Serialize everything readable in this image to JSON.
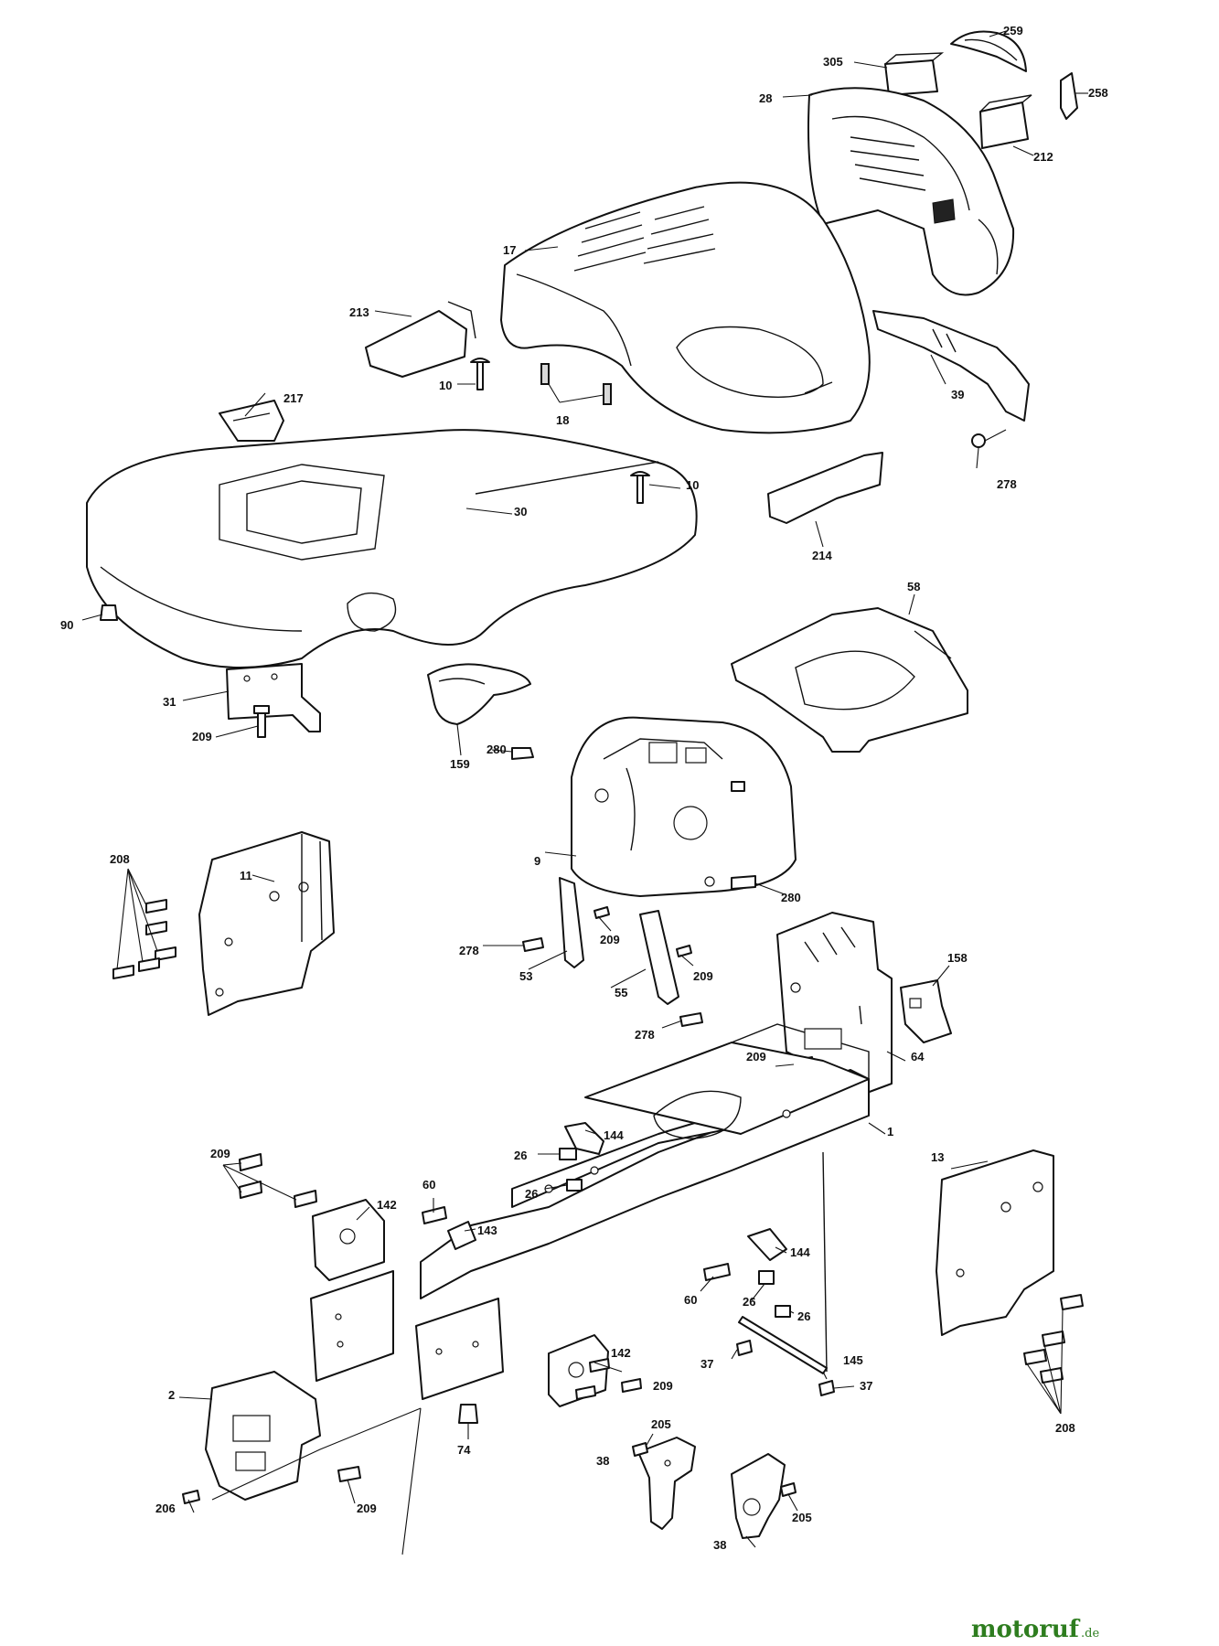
{
  "diagram": {
    "labels": {
      "l259": "259",
      "l305": "305",
      "l28": "28",
      "l258": "258",
      "l212": "212",
      "l17": "17",
      "l213": "213",
      "l10a": "10",
      "l18": "18",
      "l217": "217",
      "l39": "39",
      "l278a": "278",
      "l10b": "10",
      "l30": "30",
      "l214": "214",
      "l90": "90",
      "l58": "58",
      "l31": "31",
      "l209a": "209",
      "l159": "159",
      "l280a": "280",
      "l9": "9",
      "l280b": "280",
      "l11": "11",
      "l208a": "208",
      "l209b": "209",
      "l278b": "278",
      "l53": "53",
      "l209c": "209",
      "l55": "55",
      "l158": "158",
      "l278c": "278",
      "l209d": "209",
      "l64": "64",
      "l1": "1",
      "l144a": "144",
      "l26a": "26",
      "l26b": "26",
      "l209e": "209",
      "l60a": "60",
      "l142a": "142",
      "l143": "143",
      "l13": "13",
      "l144b": "144",
      "l60b": "60",
      "l26c": "26",
      "l26d": "26",
      "l142b": "142",
      "l37a": "37",
      "l145": "145",
      "l209f": "209",
      "l37b": "37",
      "l2": "2",
      "l74": "74",
      "l205a": "205",
      "l38a": "38",
      "l208b": "208",
      "l206": "206",
      "l209g": "209",
      "l38b": "38",
      "l205b": "205"
    },
    "watermark": {
      "brand": "motoruf",
      "suffix": ".de",
      "color": "#2e7d1f"
    }
  }
}
